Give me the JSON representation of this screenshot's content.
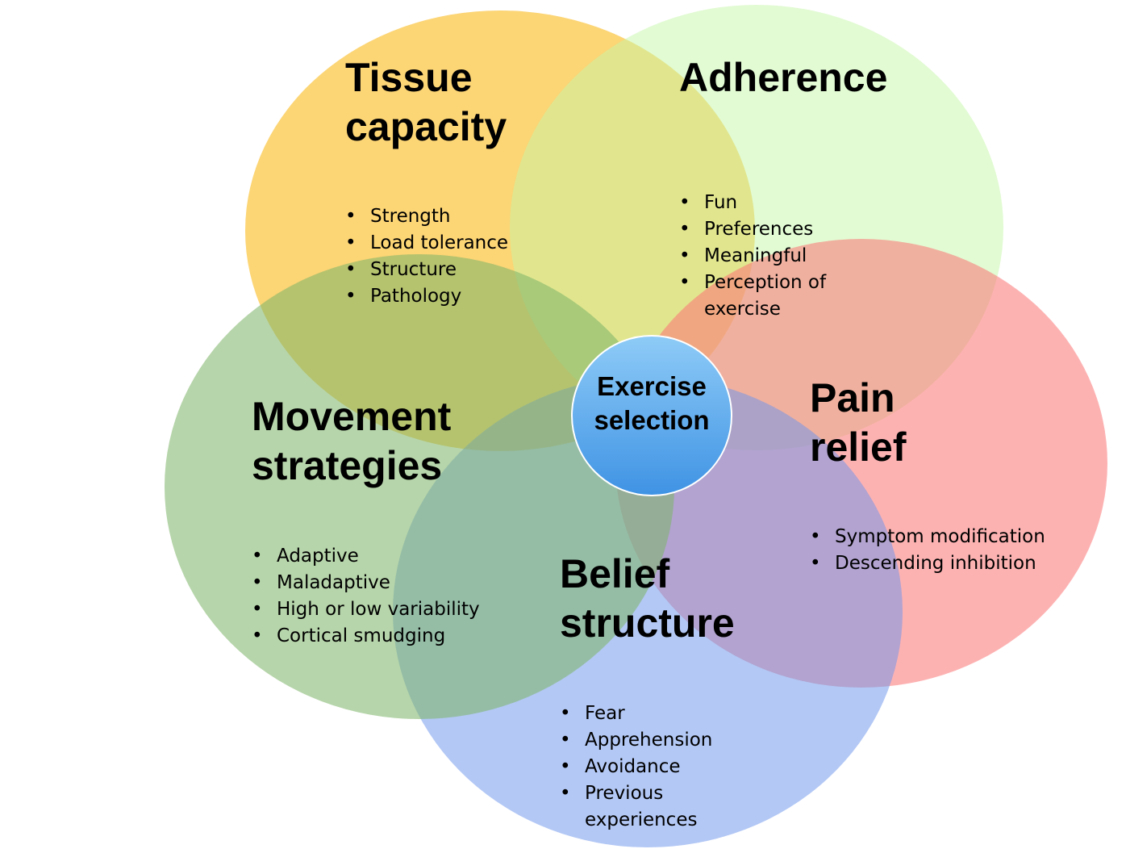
{
  "center": {
    "label_line1": "Exercise",
    "label_line2": "selection",
    "color_top": "#8ecbf7",
    "color_bottom": "#3f93e4"
  },
  "circles": [
    {
      "id": "tissue",
      "title_line1": "Tissue",
      "title_line2": "capacity",
      "color": "#fbc02d",
      "items": [
        "Strength",
        "Load tolerance",
        "Structure",
        "Pathology"
      ]
    },
    {
      "id": "adherence",
      "title_line1": "Adherence",
      "title_line2": "",
      "color": "#c5f7a8",
      "items": [
        "Fun",
        "Preferences",
        "Meaningful",
        "Perception of exercise"
      ]
    },
    {
      "id": "pain",
      "title_line1": "Pain",
      "title_line2": "relief",
      "color": "#fb7878",
      "items": [
        "Symptom modification",
        "Descending inhibition"
      ]
    },
    {
      "id": "belief",
      "title_line1": "Belief",
      "title_line2": "structure",
      "color": "#6e96ec",
      "items": [
        "Fear",
        "Apprehension",
        "Avoidance",
        "Previous experiences"
      ]
    },
    {
      "id": "movement",
      "title_line1": "Movement",
      "title_line2": "strategies",
      "color": "#7fb56a",
      "items": [
        "Adaptive",
        "Maladaptive",
        "High or low variability",
        "Cortical smudging"
      ]
    }
  ]
}
